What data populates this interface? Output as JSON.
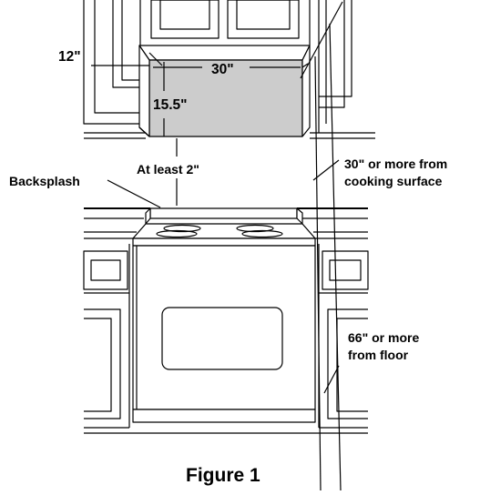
{
  "diagram": {
    "labels": {
      "depth": "12\"",
      "width": "30\"",
      "height": "15.5\"",
      "gap": "At least 2\"",
      "backsplash": "Backsplash",
      "cooktop_line1": "30\" or more from",
      "cooktop_line2": "cooking surface",
      "floor_line1": "66\" or more",
      "floor_line2": "from floor"
    },
    "caption": "Figure 1",
    "colors": {
      "hood_fill": "#cccccc",
      "line": "#000000",
      "background": "#ffffff"
    }
  }
}
